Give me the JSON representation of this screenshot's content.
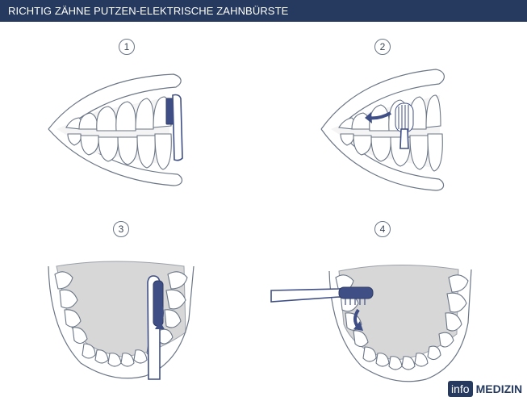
{
  "header": {
    "title": "RICHTIG ZÄHNE PUTZEN-ELEKTRISCHE ZAHNBÜRSTE"
  },
  "steps": [
    {
      "number": "1"
    },
    {
      "number": "2"
    },
    {
      "number": "3"
    },
    {
      "number": "4"
    }
  ],
  "logo": {
    "box_text": "info",
    "text": "MEDIZIN"
  },
  "colors": {
    "header": "#253a5e",
    "brush": "#3f4f86",
    "line": "#6b7686",
    "palate": "#d7d7d7"
  }
}
